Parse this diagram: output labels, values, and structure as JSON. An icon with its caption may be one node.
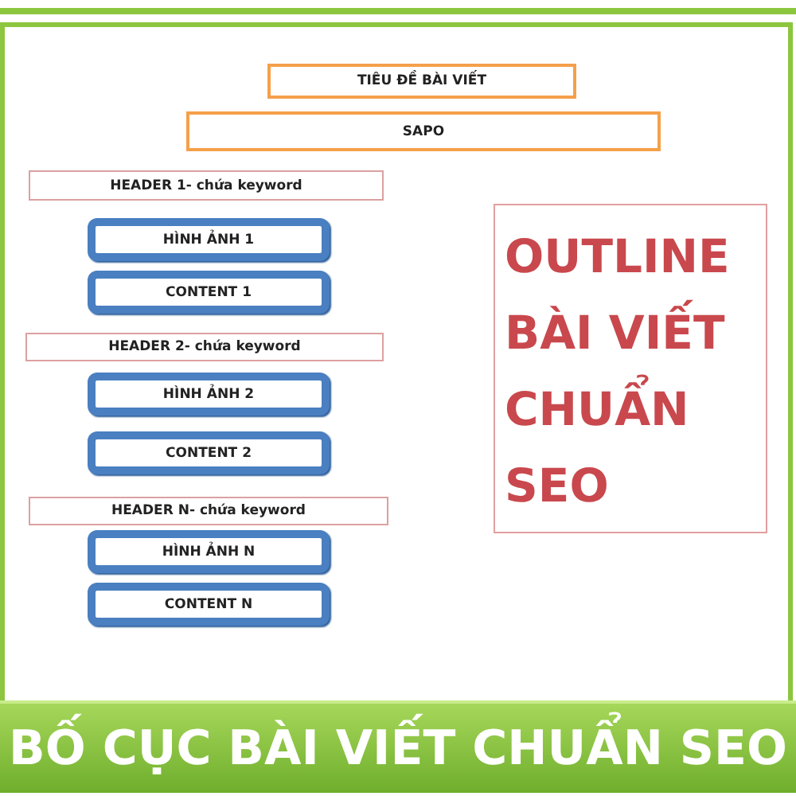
{
  "diagram": {
    "title": "BỐ CỤC BÀI VIẾT CHUẨN SEO",
    "nodes": [
      {
        "text": [
          "TIÊU ĐỀ BÀI VIẾT"
        ]
      },
      {
        "text": [
          "SAPO"
        ]
      },
      {
        "text": [
          "HEADER 1- chứa keyword"
        ]
      },
      {
        "text": [
          "HÌNH ẢNH 1"
        ]
      },
      {
        "text": [
          "CONTENT 1"
        ]
      },
      {
        "text": [
          "HEADER 2- chứa keyword"
        ]
      },
      {
        "text": [
          "HÌNH ẢNH 2"
        ]
      },
      {
        "text": [
          "CONTENT 2"
        ]
      },
      {
        "text": [
          "HEADER N- chứa keyword"
        ]
      },
      {
        "text": [
          "HÌNH ẢNH N"
        ]
      },
      {
        "text": [
          "CONTENT N"
        ]
      },
      {
        "text": [
          "OUTLINE BÀI VIẾT CHUẨN SEO"
        ]
      }
    ]
  }
}
